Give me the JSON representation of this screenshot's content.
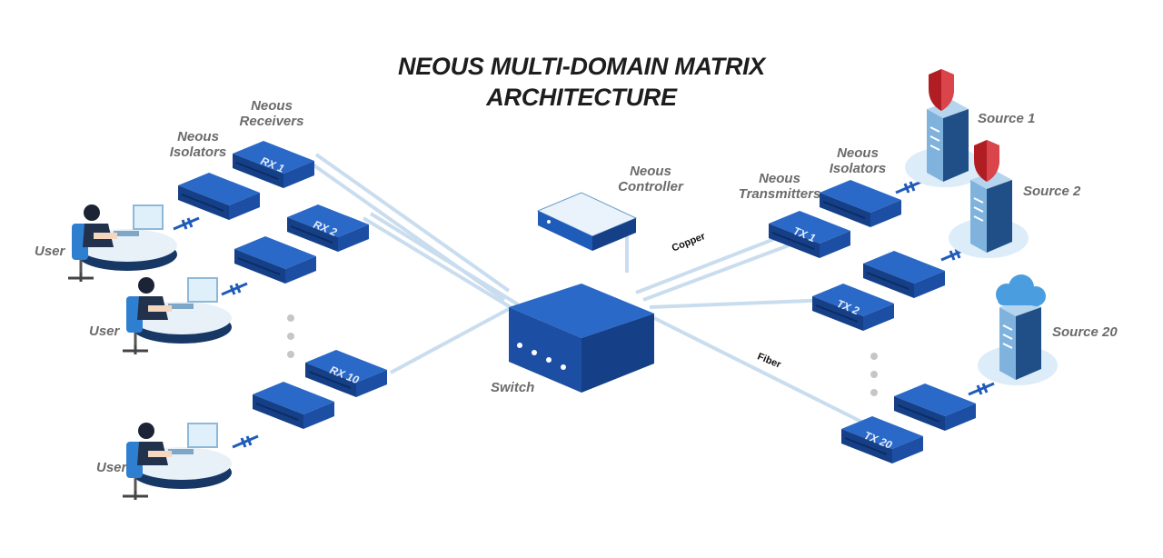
{
  "title_line1": "NEOUS MULTI-DOMAIN MATRIX",
  "title_line2": "ARCHITECTURE",
  "labels": {
    "receivers_1": "Neous",
    "receivers_2": "Receivers",
    "rx_isolators_1": "Neous",
    "rx_isolators_2": "Isolators",
    "controller_1": "Neous",
    "controller_2": "Controller",
    "tx_isolators_1": "Neous",
    "tx_isolators_2": "Isolators",
    "transmitters_1": "Neous",
    "transmitters_2": "Transmitters",
    "switch": "Switch",
    "copper": "Copper",
    "fiber": "Fiber",
    "user_1": "User",
    "user_2": "User",
    "user_3": "User",
    "source_1": "Source 1",
    "source_2": "Source 2",
    "source_20": "Source 20"
  },
  "devices": {
    "rx1": "RX 1",
    "rx2": "RX 2",
    "rx10": "RX 10",
    "tx1": "TX 1",
    "tx2": "TX 2",
    "tx20": "TX 20"
  },
  "colors": {
    "device_top": "#1f5bb8",
    "device_side": "#153f87",
    "cable": "#c9ddef",
    "shield": "#b01e24",
    "cloud": "#4a9ee0",
    "halo": "#dcecf9"
  }
}
